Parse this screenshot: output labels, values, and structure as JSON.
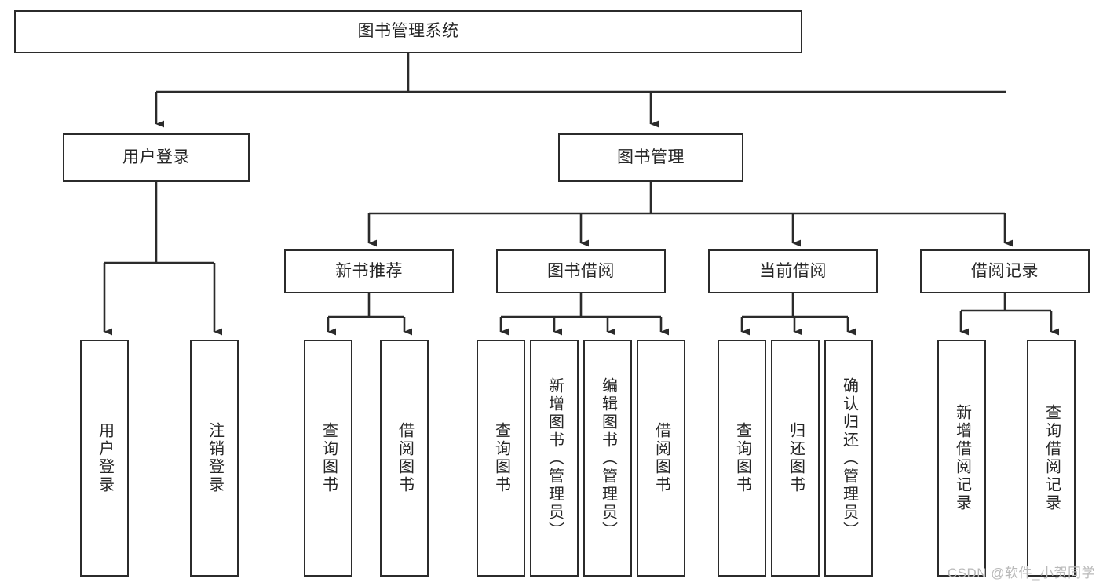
{
  "diagram": {
    "title": "图书管理系统",
    "type": "hierarchy-tree",
    "watermark": "CSDN @软件_小贺同学",
    "colors": {
      "stroke": "#2b2b2b",
      "box_fill": "#ffffff",
      "text": "#262626",
      "watermark": "#b9b9b9",
      "background": "#ffffff"
    },
    "nodes": {
      "root": {
        "label": "图书管理系统",
        "level": 1
      },
      "l2": [
        {
          "id": "user-login",
          "label": "用户登录",
          "level": 2
        },
        {
          "id": "book-management",
          "label": "图书管理",
          "level": 2
        }
      ],
      "l3": [
        {
          "id": "new-book-recommend",
          "label": "新书推荐",
          "level": 3,
          "parent": "book-management"
        },
        {
          "id": "book-borrow",
          "label": "图书借阅",
          "level": 3,
          "parent": "book-management"
        },
        {
          "id": "current-borrow",
          "label": "当前借阅",
          "level": 3,
          "parent": "book-management"
        },
        {
          "id": "borrow-record",
          "label": "借阅记录",
          "level": 3,
          "parent": "book-management"
        }
      ],
      "leaves": [
        {
          "id": "leaf-user-login",
          "label": "用户登录",
          "parent": "user-login"
        },
        {
          "id": "leaf-logout",
          "label": "注销登录",
          "parent": "user-login"
        },
        {
          "id": "leaf-query-book-1",
          "label": "查询图书",
          "parent": "new-book-recommend"
        },
        {
          "id": "leaf-borrow-book-1",
          "label": "借阅图书",
          "parent": "new-book-recommend"
        },
        {
          "id": "leaf-query-book-2",
          "label": "查询图书",
          "parent": "book-borrow"
        },
        {
          "id": "leaf-add-book",
          "label": "新增图书（管理员）",
          "parent": "book-borrow"
        },
        {
          "id": "leaf-edit-book",
          "label": "编辑图书（管理员）",
          "parent": "book-borrow"
        },
        {
          "id": "leaf-borrow-book-2",
          "label": "借阅图书",
          "parent": "book-borrow"
        },
        {
          "id": "leaf-query-book-3",
          "label": "查询图书",
          "parent": "current-borrow"
        },
        {
          "id": "leaf-return-book",
          "label": "归还图书",
          "parent": "current-borrow"
        },
        {
          "id": "leaf-confirm-return",
          "label": "确认归还（管理员）",
          "parent": "current-borrow"
        },
        {
          "id": "leaf-add-borrow-record",
          "label": "新增借阅记录",
          "parent": "borrow-record"
        },
        {
          "id": "leaf-query-borrow-record",
          "label": "查询借阅记录",
          "parent": "borrow-record"
        }
      ]
    }
  }
}
